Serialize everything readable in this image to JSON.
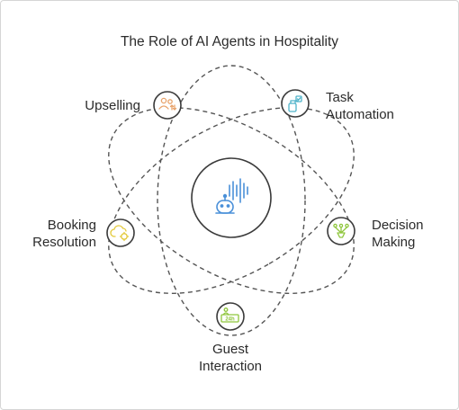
{
  "title": "The Role of AI Agents in Hospitality",
  "center_icon": "voice-assistant-icon",
  "nodes": [
    {
      "id": "upselling",
      "line1": "Upselling",
      "line2": "",
      "icon": "people-upsell-icon",
      "color": "#e8a36b"
    },
    {
      "id": "task-automation",
      "line1": "Task",
      "line2": "Automation",
      "icon": "spray-bottle-icon",
      "color": "#4fb3c9"
    },
    {
      "id": "booking-resolution",
      "line1": "Booking",
      "line2": "Resolution",
      "icon": "cloud-settings-icon",
      "color": "#e3c93a"
    },
    {
      "id": "decision-making",
      "line1": "Decision",
      "line2": "Making",
      "icon": "decision-funnel-icon",
      "color": "#8fc63c"
    },
    {
      "id": "guest-interaction",
      "line1": "Guest",
      "line2": "Interaction",
      "icon": "desk-24h-icon",
      "color": "#8fc63c"
    }
  ],
  "icon_24h_text": "24h",
  "colors": {
    "node_stroke": "#3a3a3a",
    "orbit": "#555555",
    "center_icon": "#4a90d9"
  }
}
